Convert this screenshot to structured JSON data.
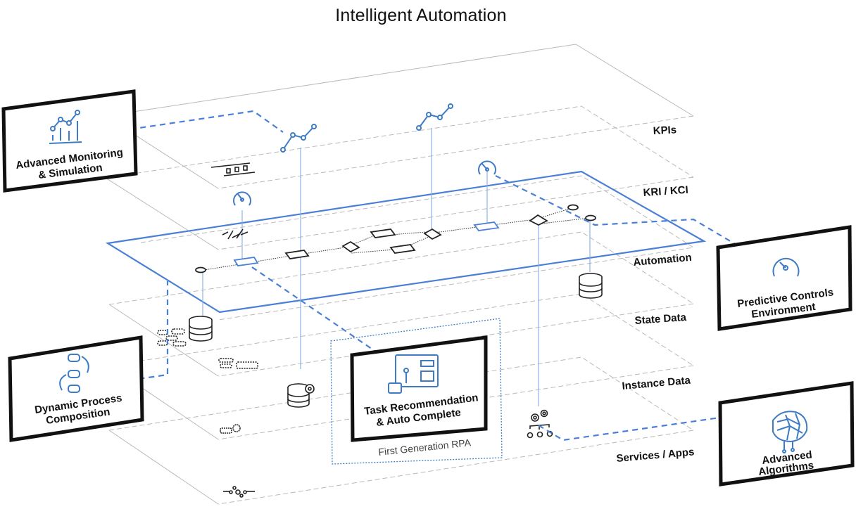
{
  "title": "Intelligent Automation",
  "layers": [
    {
      "id": "kpis",
      "label": "KPIs"
    },
    {
      "id": "kri_kci",
      "label": "KRI / KCI"
    },
    {
      "id": "automation",
      "label": "Automation"
    },
    {
      "id": "state_data",
      "label": "State Data"
    },
    {
      "id": "instance_data",
      "label": "Instance Data"
    },
    {
      "id": "services_apps",
      "label": "Services / Apps"
    }
  ],
  "capabilities": [
    {
      "id": "monitoring",
      "line1": "Advanced Monitoring",
      "line2": "& Simulation",
      "icon": "line-chart-icon"
    },
    {
      "id": "predictive",
      "line1": "Predictive Controls",
      "line2": "Environment",
      "icon": "speedometer-icon"
    },
    {
      "id": "dynamic",
      "line1": "Dynamic Process",
      "line2": "Composition",
      "icon": "process-flow-icon"
    },
    {
      "id": "task",
      "line1": "Task Recommendation",
      "line2": "& Auto Complete",
      "icon": "task-screen-icon"
    },
    {
      "id": "algorithms",
      "line1": "Advanced",
      "line2": "Algorithms",
      "icon": "neural-brain-icon"
    }
  ],
  "rpa_label": "First Generation RPA",
  "colors": {
    "accent": "#4a7fd6",
    "icon_blue": "#3d7cc4",
    "plane_gray": "#b9b9b9",
    "text": "#111111"
  }
}
